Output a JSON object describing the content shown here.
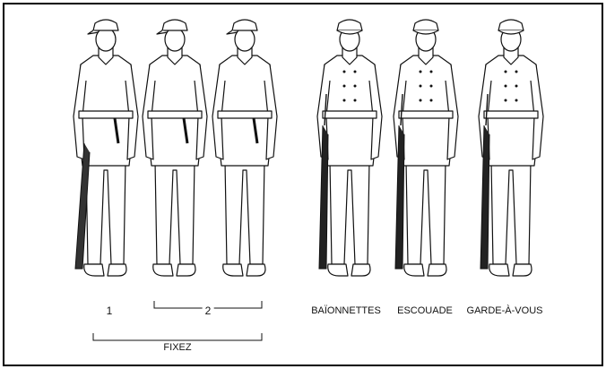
{
  "figures": [
    {
      "label": "1",
      "view": "side-left"
    },
    {
      "label": "2",
      "view": "back"
    },
    {
      "label": "2",
      "view": "back-side"
    },
    {
      "label": "BAÏONNETTES",
      "view": "front-rifle"
    },
    {
      "label": "ESCOUADE",
      "view": "front-rifle"
    },
    {
      "label": "GARDE-À-VOUS",
      "view": "front-rifle"
    }
  ],
  "labels": {
    "step1": "1",
    "step2": "2",
    "group": "FIXEZ",
    "bayonets": "BAÏONNETTES",
    "squad": "ESCOUADE",
    "attention": "GARDE-À-VOUS"
  }
}
